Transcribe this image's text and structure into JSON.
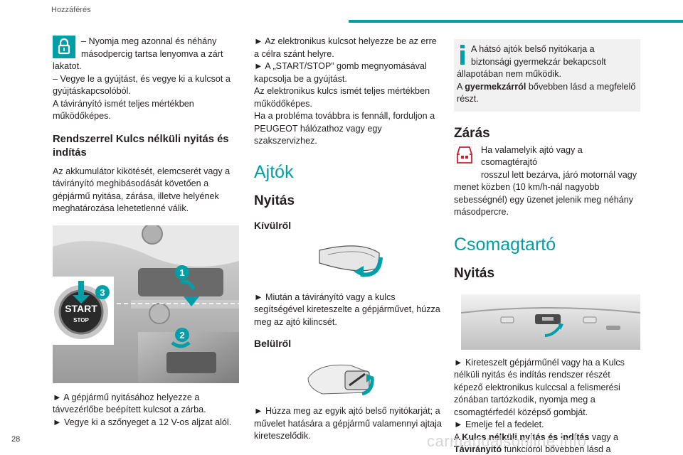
{
  "header": {
    "section": "Hozzáférés",
    "accent_color": "#009fa8"
  },
  "page_number": "28",
  "col1": {
    "icon_lines": [
      "– Nyomja meg azonnal és néhány",
      "másodpercig tartsa lenyomva a zárt"
    ],
    "line3": "lakatot.",
    "para2": "– Vegye le a gyújtást, és vegye ki a kulcsot a gyújtáskapcsolóból.",
    "para3": "A távirányító ismét teljes mértékben működőképes.",
    "heading": "Rendszerrel Kulcs nélküli nyitás és indítás",
    "para4": "Az akkumulátor kikötését, elemcserét vagy a távirányító meghibásodását követően a gépjármű nyitása, zárása, illetve helyének meghatározása lehetetlenné válik.",
    "photo_labels": {
      "button_start": "START",
      "button_stop": "STOP",
      "n1": "1",
      "n2": "2",
      "n3": "3"
    },
    "para5": "► A gépjármű nyitásához helyezze a távvezérlőbe beépített kulcsot a zárba.",
    "para6": "► Vegye ki a szőnyeget a 12 V-os aljzat alól."
  },
  "col2": {
    "para1": "► Az elektronikus kulcsot helyezze be az erre a célra szánt helyre.",
    "para2": "► A „START/STOP” gomb megnyomásával kapcsolja be a gyújtást.",
    "para3": "Az elektronikus kulcs ismét teljes mértékben működőképes.",
    "para4": "Ha a probléma továbbra is fennáll, forduljon a PEUGEOT hálózathoz vagy egy szakszervizhez.",
    "section": "Ajtók",
    "h2": "Nyitás",
    "h3a": "Kívülről",
    "para5": "► Miután a távirányító vagy a kulcs segítségével kireteszelte a gépjárművet, húzza meg az ajtó kilincsét.",
    "h3b": "Belülről",
    "para6": "► Húzza meg az egyik ajtó belső nyitókarját; a művelet hatására a gépjármű valamennyi ajtaja kireteszelődik."
  },
  "col3": {
    "note_lines": [
      "A hátsó ajtók belső nyitókarja a",
      "biztonsági gyermekzár bekapcsolt"
    ],
    "note_rest": "állapotában nem működik.",
    "note_see_pre": "A ",
    "note_see_bold": "gyermekzárról",
    "note_see_post": " bővebben lásd a megfelelő részt.",
    "h2a": "Zárás",
    "zaras_lines": [
      "Ha valamelyik ajtó vagy a csomagtérajtó",
      "rosszul lett bezárva, járó motornál vagy"
    ],
    "zaras_rest": "menet közben (10 km/h-nál nagyobb sebességnél) egy üzenet jelenik meg néhány másodpercre.",
    "section": "Csomagtartó",
    "h2b": "Nyitás",
    "para1": "► Kireteszelt gépjárműnél vagy ha a Kulcs nélküli nyitás és indítás rendszer részét képező elektronikus kulccsal a felismerési zónában tartózkodik, nyomja meg a csomagtérfedél középső gombját.",
    "para2": "► Emelje fel a fedelet.",
    "para3_a": "A ",
    "para3_b1": "Kulcs nélküli nyitás és indítás",
    "para3_c": " vagy a ",
    "para3_b2": "Távirányító",
    "para3_d": " funkcióról bővebben lásd a megfelelő részt."
  },
  "watermark": "carmanualsonline.info"
}
